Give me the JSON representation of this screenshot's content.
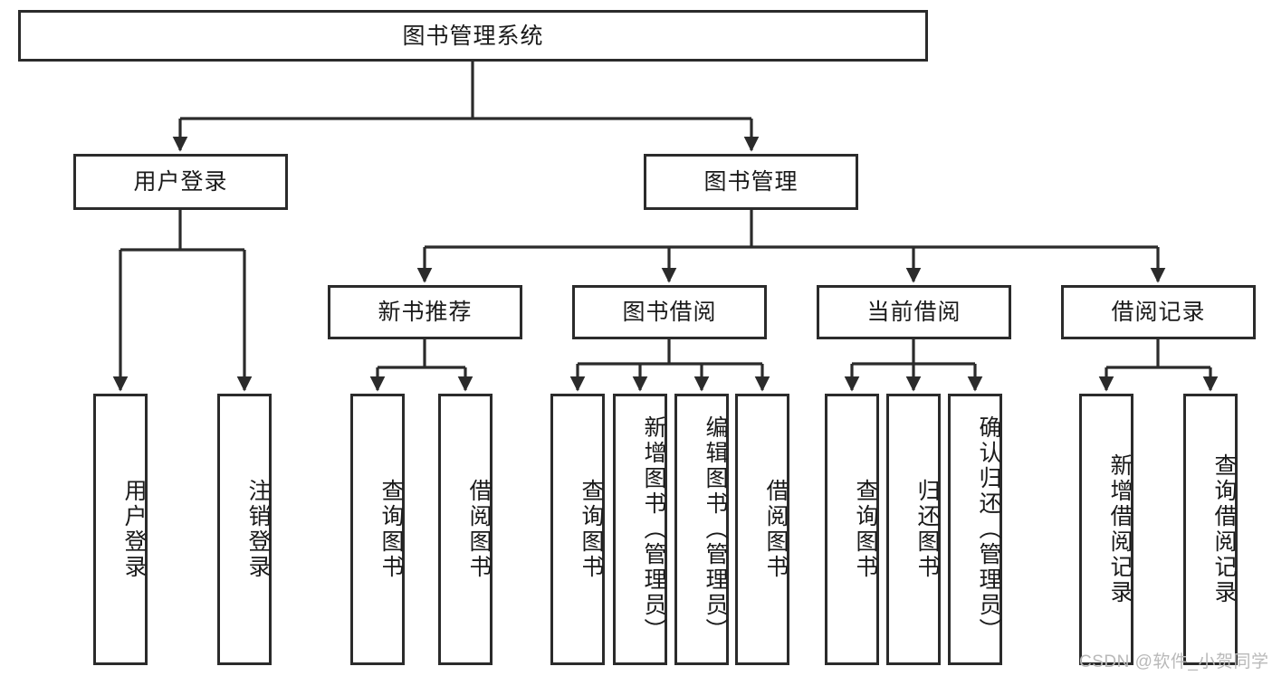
{
  "diagram": {
    "type": "tree-hierarchy",
    "title": "图书管理系统",
    "root": {
      "label": "图书管理系统"
    },
    "level2": [
      {
        "id": "user-login",
        "label": "用户登录"
      },
      {
        "id": "book-manage",
        "label": "图书管理"
      }
    ],
    "level3": [
      {
        "id": "new-book-recommend",
        "label": "新书推荐",
        "parent": "book-manage"
      },
      {
        "id": "book-borrow",
        "label": "图书借阅",
        "parent": "book-manage"
      },
      {
        "id": "current-borrow",
        "label": "当前借阅",
        "parent": "book-manage"
      },
      {
        "id": "borrow-record",
        "label": "借阅记录",
        "parent": "book-manage"
      }
    ],
    "leaves": {
      "user-login": [
        {
          "id": "leaf-user-login",
          "label": "用户登录"
        },
        {
          "id": "leaf-user-logout",
          "label": "注销登录"
        }
      ],
      "new-book-recommend": [
        {
          "id": "leaf-query-book-1",
          "label": "查询图书"
        },
        {
          "id": "leaf-borrow-book-1",
          "label": "借阅图书"
        }
      ],
      "book-borrow": [
        {
          "id": "leaf-query-book-2",
          "label": "查询图书"
        },
        {
          "id": "leaf-add-book",
          "label": "新增图书（管理员）"
        },
        {
          "id": "leaf-edit-book",
          "label": "编辑图书（管理员）"
        },
        {
          "id": "leaf-borrow-book-2",
          "label": "借阅图书"
        }
      ],
      "current-borrow": [
        {
          "id": "leaf-query-book-3",
          "label": "查询图书"
        },
        {
          "id": "leaf-return-book",
          "label": "归还图书"
        },
        {
          "id": "leaf-confirm-return",
          "label": "确认归还（管理员）"
        }
      ],
      "borrow-record": [
        {
          "id": "leaf-add-record",
          "label": "新增借阅记录"
        },
        {
          "id": "leaf-query-record",
          "label": "查询借阅记录"
        }
      ]
    },
    "colors": {
      "stroke": "#2b2b2b",
      "text": "#1a1a1a",
      "background": "#ffffff",
      "watermark": "#b9b9b9"
    }
  },
  "watermark": {
    "text": "CSDN @软件_小贺同学"
  }
}
